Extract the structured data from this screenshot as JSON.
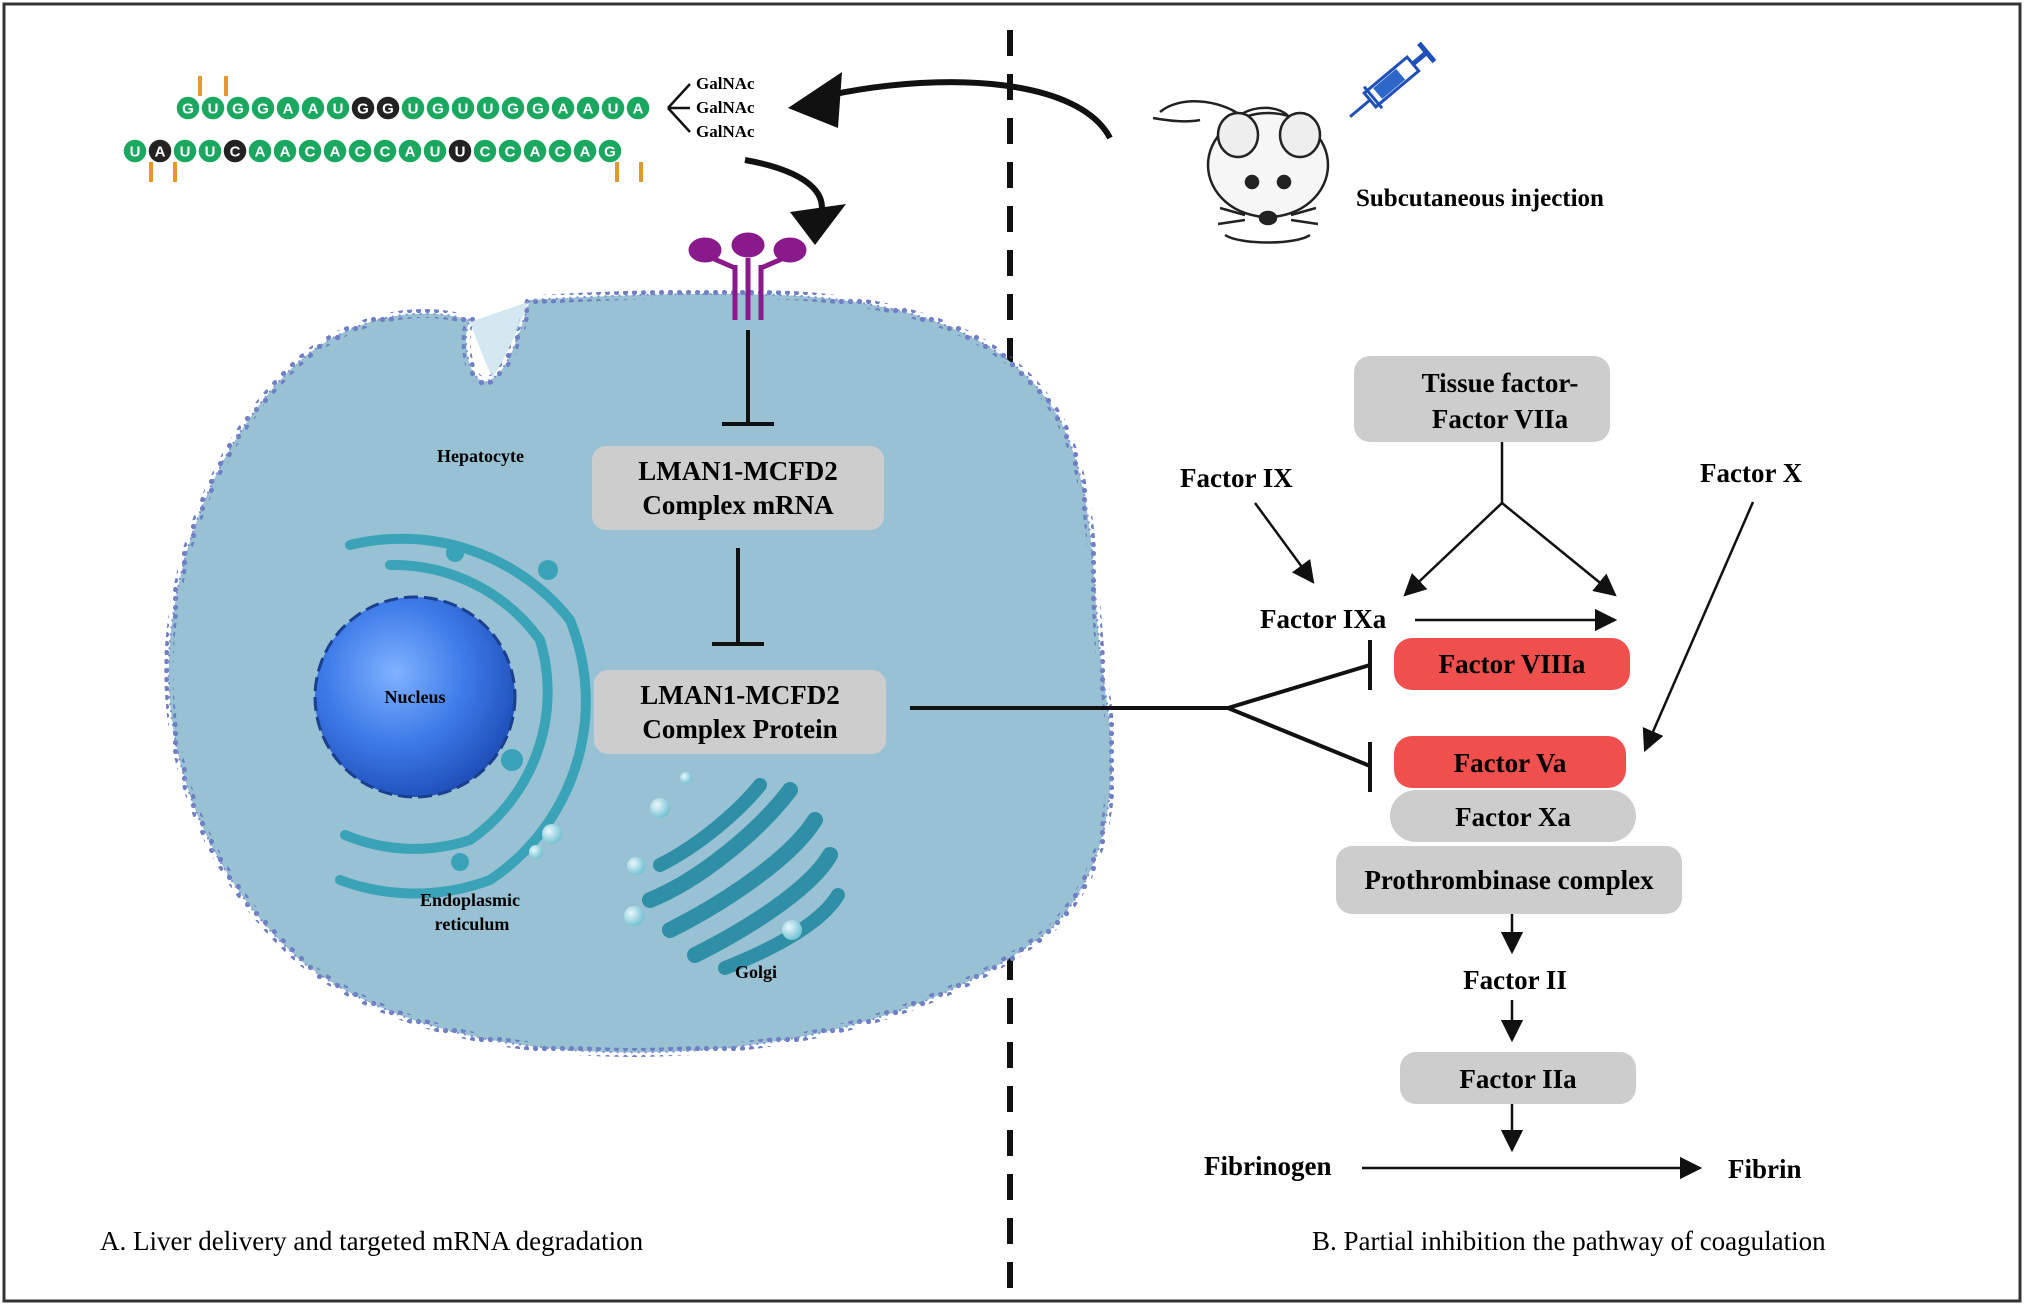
{
  "panel_a": {
    "caption": "A. Liver delivery and targeted mRNA degradation",
    "sirna": {
      "sense_strand": [
        "G",
        "U",
        "G",
        "G",
        "A",
        "A",
        "U",
        "G",
        "G",
        "U",
        "G",
        "U",
        "U",
        "G",
        "G",
        "A",
        "A",
        "U",
        "A"
      ],
      "sense_dark": [
        7,
        8
      ],
      "antisense_strand": [
        "U",
        "A",
        "U",
        "U",
        "C",
        "A",
        "A",
        "C",
        "A",
        "C",
        "C",
        "A",
        "U",
        "U",
        "C",
        "C",
        "A",
        "C",
        "A",
        "G"
      ],
      "antisense_dark": [
        1,
        4,
        13
      ],
      "galnac": [
        "GalNAc",
        "GalNAc",
        "GalNAc"
      ]
    },
    "labels": {
      "hepatocyte": "Hepatocyte",
      "nucleus": "Nucleus",
      "er_line1": "Endoplasmic",
      "er_line2": "reticulum",
      "golgi": "Golgi"
    },
    "mrna_box": {
      "line1": "LMAN1-MCFD2",
      "line2": "Complex mRNA"
    },
    "protein_box": {
      "line1": "LMAN1-MCFD2",
      "line2": "Complex Protein"
    }
  },
  "panel_b": {
    "caption": "B. Partial inhibition the pathway of coagulation",
    "injection_label": "Subcutaneous injection",
    "tissue_factor": {
      "line1": "Tissue factor-",
      "line2": "Factor VIIa"
    },
    "factor_ix": "Factor IX",
    "factor_x": "Factor X",
    "factor_ixa": "Factor IXa",
    "factor_viiia": "Factor VIIIa",
    "factor_va": "Factor Va",
    "factor_xa": "Factor Xa",
    "prothrombinase": "Prothrombinase complex",
    "factor_ii": "Factor II",
    "factor_iia": "Factor IIa",
    "fibrinogen": "Fibrinogen",
    "fibrin": "Fibrin"
  },
  "colors": {
    "cell_fill": "#98c2d3",
    "membrane": "#6f7fc4",
    "box_gray": "#cdcdcd",
    "box_red": "#f0504d",
    "nucleotide_green": "#1aa860",
    "nucleotide_dark": "#222222",
    "tick_orange": "#e8962f",
    "receptor_purple": "#8a1a8c",
    "nucleus_blue": "#2f6fe0",
    "organelle_teal": "#3aa3b8"
  }
}
